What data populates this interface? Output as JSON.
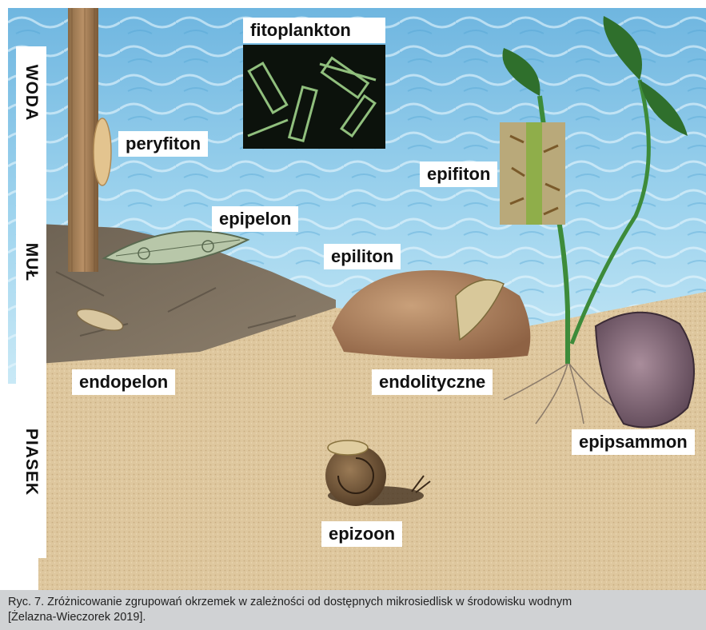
{
  "figure": {
    "zones": [
      "WODA",
      "MUŁ",
      "PIASEK"
    ],
    "labels": {
      "fitoplankton": "fitoplankton",
      "peryfiton": "peryfiton",
      "epipelon": "epipelon",
      "epiliton": "epiliton",
      "epifiton": "epifiton",
      "endopelon": "endopelon",
      "endolityczne": "endolityczne",
      "epipsammon": "epipsammon",
      "epizoon": "epizoon"
    },
    "colors": {
      "water": "#7fc4e6",
      "mud": "#7a6a58",
      "sand": "#dcc49a",
      "plant": "#3d8b3a",
      "label_bg": "#ffffff",
      "caption_bg": "#d0d2d4"
    }
  },
  "caption": {
    "line1": "Ryc. 7. Zróżnicowanie zgrupowań okrzemek w zależności od dostępnych mikrosiedlisk w środowisku wodnym",
    "line2": "[Żelazna-Wieczorek 2019]."
  }
}
